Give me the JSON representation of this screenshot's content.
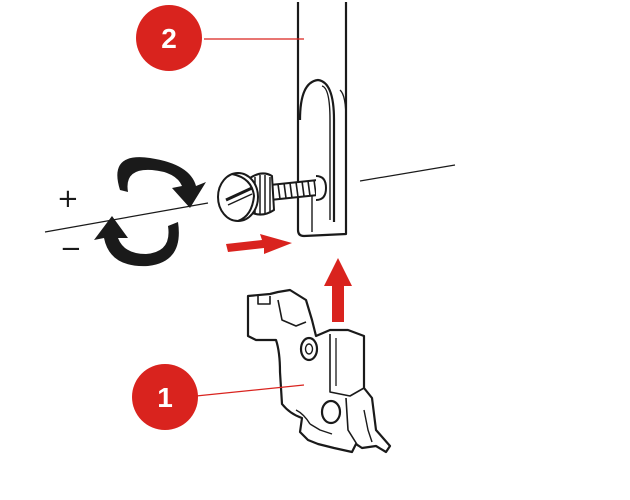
{
  "callouts": [
    {
      "number": "1",
      "part": "presser-foot"
    },
    {
      "number": "2",
      "part": "presser-bar"
    }
  ],
  "adjustment_signs": {
    "plus": "+",
    "minus": "−"
  },
  "colors": {
    "callout_fill": "#d9231e",
    "callout_text": "#ffffff",
    "line_art": "#1a1a1a",
    "leader_line": "#d9231e",
    "arrow": "#d9231e"
  },
  "icons": [
    "rotate-clockwise-icon",
    "rotate-counterclockwise-icon",
    "arrow-right-icon",
    "arrow-up-icon",
    "thumbscrew-icon"
  ]
}
